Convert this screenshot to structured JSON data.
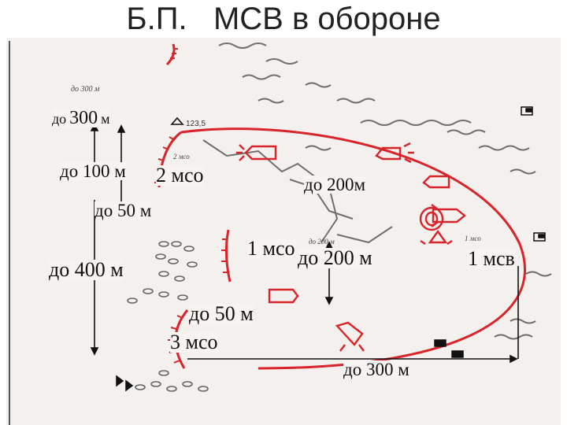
{
  "title": "Б.П.   МСВ в обороне",
  "labels": {
    "top_do": "до",
    "top_300": "300",
    "top_m": "м",
    "do100": "до 100 м",
    "mso2": "2 мсо",
    "do200_top": "до 200м",
    "do50_top": "до 50 м",
    "mso1": "1 мсо",
    "do200_mid": "до 200 м",
    "msv1": "1 мсв",
    "do400": "до 400 м",
    "do50_bottom": "до 50 м",
    "mso3": "3 мсо",
    "do300_bottom": "до 300 м"
  },
  "map_small_text": {
    "elevation": "123,5",
    "do300_small": "до 300 м",
    "mso2_small": "2 мсо",
    "do200_small": "до 200 м",
    "mso1_small": "1 мсо"
  },
  "colors": {
    "defense_line": "#d9242a",
    "arrows": "#111111",
    "terrain": "#6f6f6f",
    "paper": "#f3f0ee"
  }
}
